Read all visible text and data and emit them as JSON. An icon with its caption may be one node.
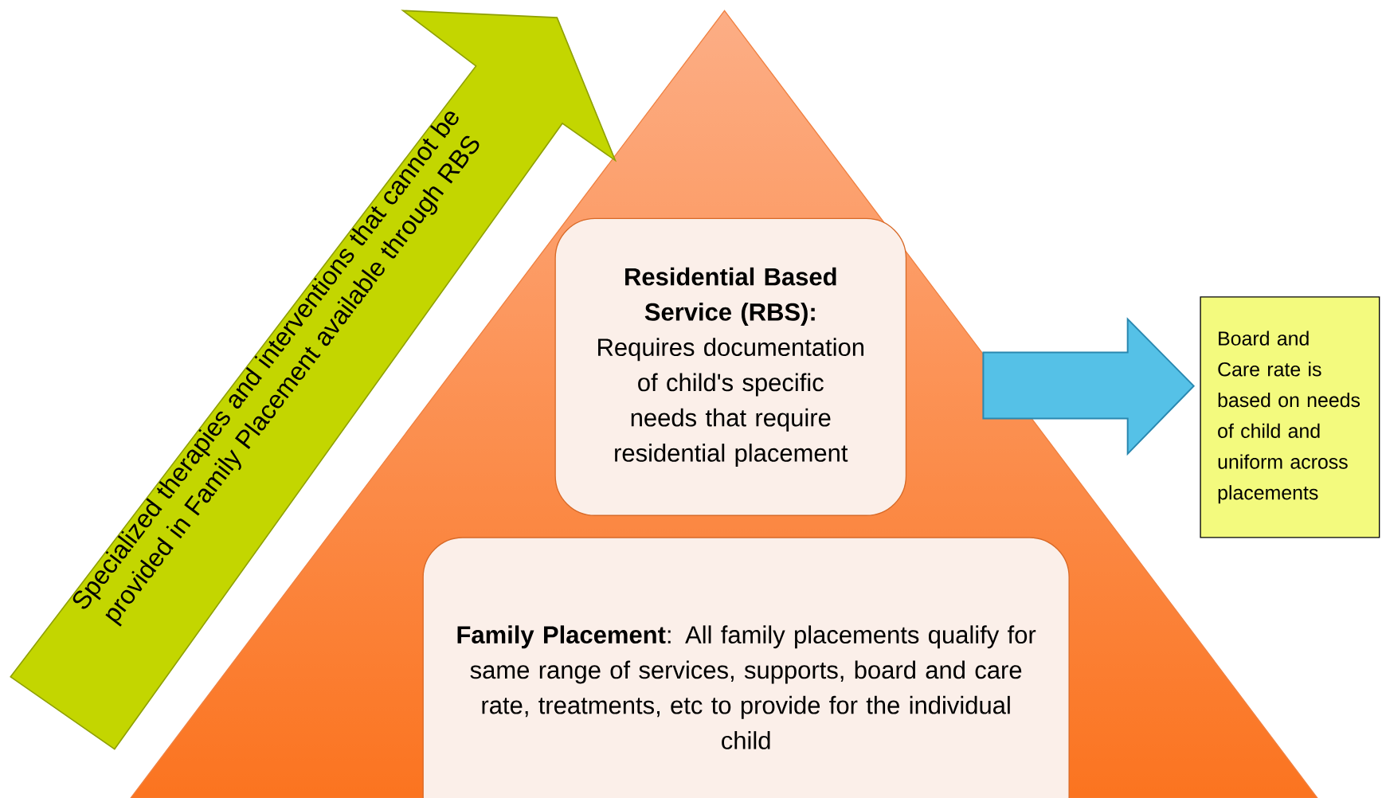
{
  "diagram": {
    "nodes": [
      {
        "text": [
          "Specialized therapies and interventions that cannot be provided in Family Placement available through RBS"
        ]
      },
      {
        "text": [],
        "shape": "triangle"
      },
      {
        "text": [
          "Residential Based Service (RBS):",
          "Requires documentation of child's specific needs that require residential placement"
        ],
        "in": 1
      },
      {
        "text": [
          "**Family Placement**:  All family placements qualify for same range of services, supports, board and care rate, treatments, etc to provide for the individual child"
        ],
        "in": 1
      },
      {
        "text": [
          "Board and Care rate is based on needs of child and uniform across placements"
        ]
      }
    ],
    "edges": [
      {
        "from": 2,
        "to": 4,
        "arrow": "to"
      }
    ]
  }
}
